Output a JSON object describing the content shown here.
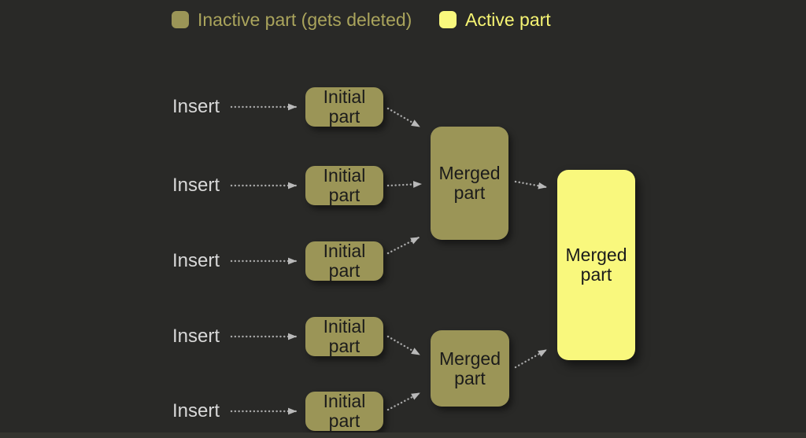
{
  "legend": {
    "items": [
      {
        "id": "inactive",
        "label": "Inactive part (gets deleted)",
        "color": "#9b9557"
      },
      {
        "id": "active",
        "label": "Active part",
        "color": "#f9f87d"
      }
    ]
  },
  "colors": {
    "background": "#292927",
    "inactive_fill": "#9b9557",
    "active_fill": "#f9f87d",
    "box_text": "#1b1b1b",
    "insert_text": "#d8d8d8",
    "arrow": "#a8a8a8"
  },
  "inserts": [
    {
      "label": "Insert"
    },
    {
      "label": "Insert"
    },
    {
      "label": "Insert"
    },
    {
      "label": "Insert"
    },
    {
      "label": "Insert"
    }
  ],
  "initial_parts": [
    {
      "label": "Initial part"
    },
    {
      "label": "Initial part"
    },
    {
      "label": "Initial part"
    },
    {
      "label": "Initial part"
    },
    {
      "label": "Initial part"
    }
  ],
  "merged_parts": [
    {
      "label": "Merged part",
      "state": "inactive"
    },
    {
      "label": "Merged part",
      "state": "inactive"
    },
    {
      "label": "Merged part",
      "state": "active"
    }
  ]
}
